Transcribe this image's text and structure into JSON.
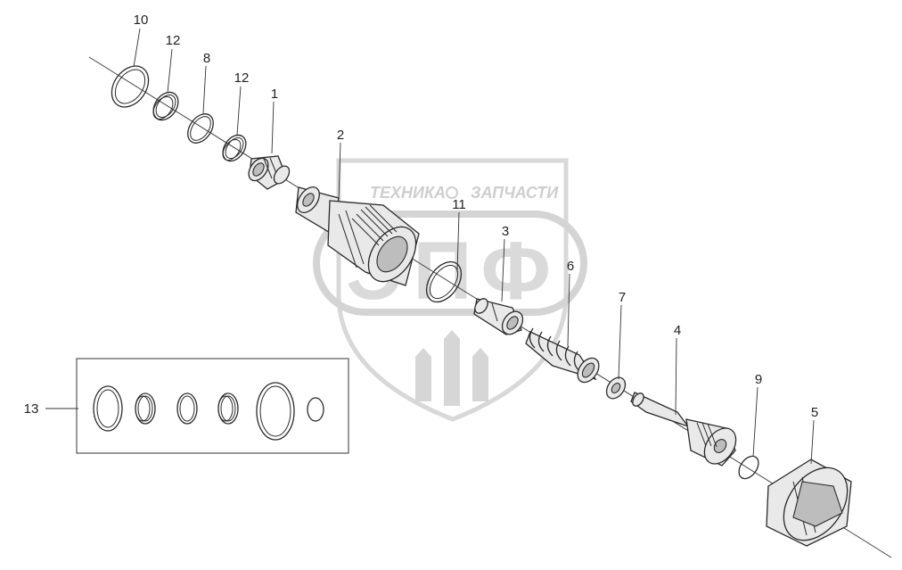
{
  "watermark": {
    "top_text": "ТЕХНИКА",
    "top_text_right": "ЗАПЧАСТИ",
    "logo_letters": "ЭПФ"
  },
  "callouts": {
    "c10": "10",
    "c12a": "12",
    "c8": "8",
    "c12b": "12",
    "c1": "1",
    "c2": "2",
    "c11": "11",
    "c3": "3",
    "c6": "6",
    "c7": "7",
    "c4": "4",
    "c9": "9",
    "c5": "5",
    "c13": "13"
  }
}
